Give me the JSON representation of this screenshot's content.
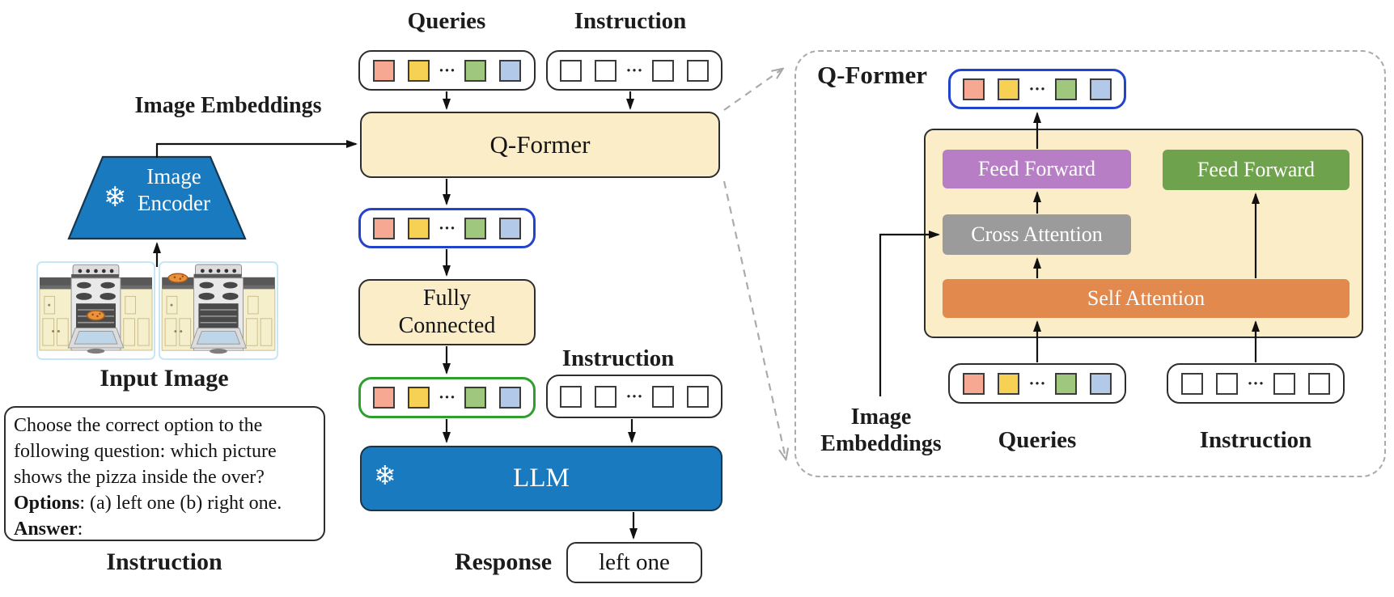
{
  "colors": {
    "box_tan": "#FAEDC8",
    "brand_blue": "#1A7ABF",
    "ff_purple": "#B77EC6",
    "ff_green": "#6FA24C",
    "cross_gray": "#9B9B9B",
    "self_orange": "#E2894E",
    "token_pink": "#F6A893",
    "token_yellow": "#F6D154",
    "token_green": "#9FC77E",
    "token_blue": "#B3C9E9",
    "outline_blue": "#2244CC",
    "outline_green": "#2E9E2E"
  },
  "left": {
    "image_embeddings_label": "Image Embeddings",
    "snowflake": "❄",
    "encoder_line1": "Image",
    "encoder_line2": "Encoder",
    "input_image_label": "Input Image",
    "instruction": {
      "line1": "Choose the correct option to the",
      "line2": "following question: which picture",
      "line3": "shows the pizza inside the over?",
      "options_label": "Options",
      "options_text": ": (a) left one (b) right one.",
      "answer_label": "Answer",
      "answer_text": ":"
    },
    "instruction_label": "Instruction"
  },
  "middle": {
    "queries_label": "Queries",
    "instruction_label_top": "Instruction",
    "qformer_label": "Q-Former",
    "fully_connected_line1": "Fully",
    "fully_connected_line2": "Connected",
    "instruction_label_mid": "Instruction",
    "snowflake": "❄",
    "llm_label": "LLM",
    "response_label": "Response",
    "response_value": "left one",
    "dots": "···"
  },
  "right_panel": {
    "title": "Q-Former",
    "feed_forward_left_label": "Feed Forward",
    "feed_forward_right_label": "Feed Forward",
    "cross_attention_label": "Cross Attention",
    "self_attention_label": "Self Attention",
    "image_embeddings_line1": "Image",
    "image_embeddings_line2": "Embeddings",
    "queries_label": "Queries",
    "instruction_label": "Instruction",
    "dots": "···"
  }
}
